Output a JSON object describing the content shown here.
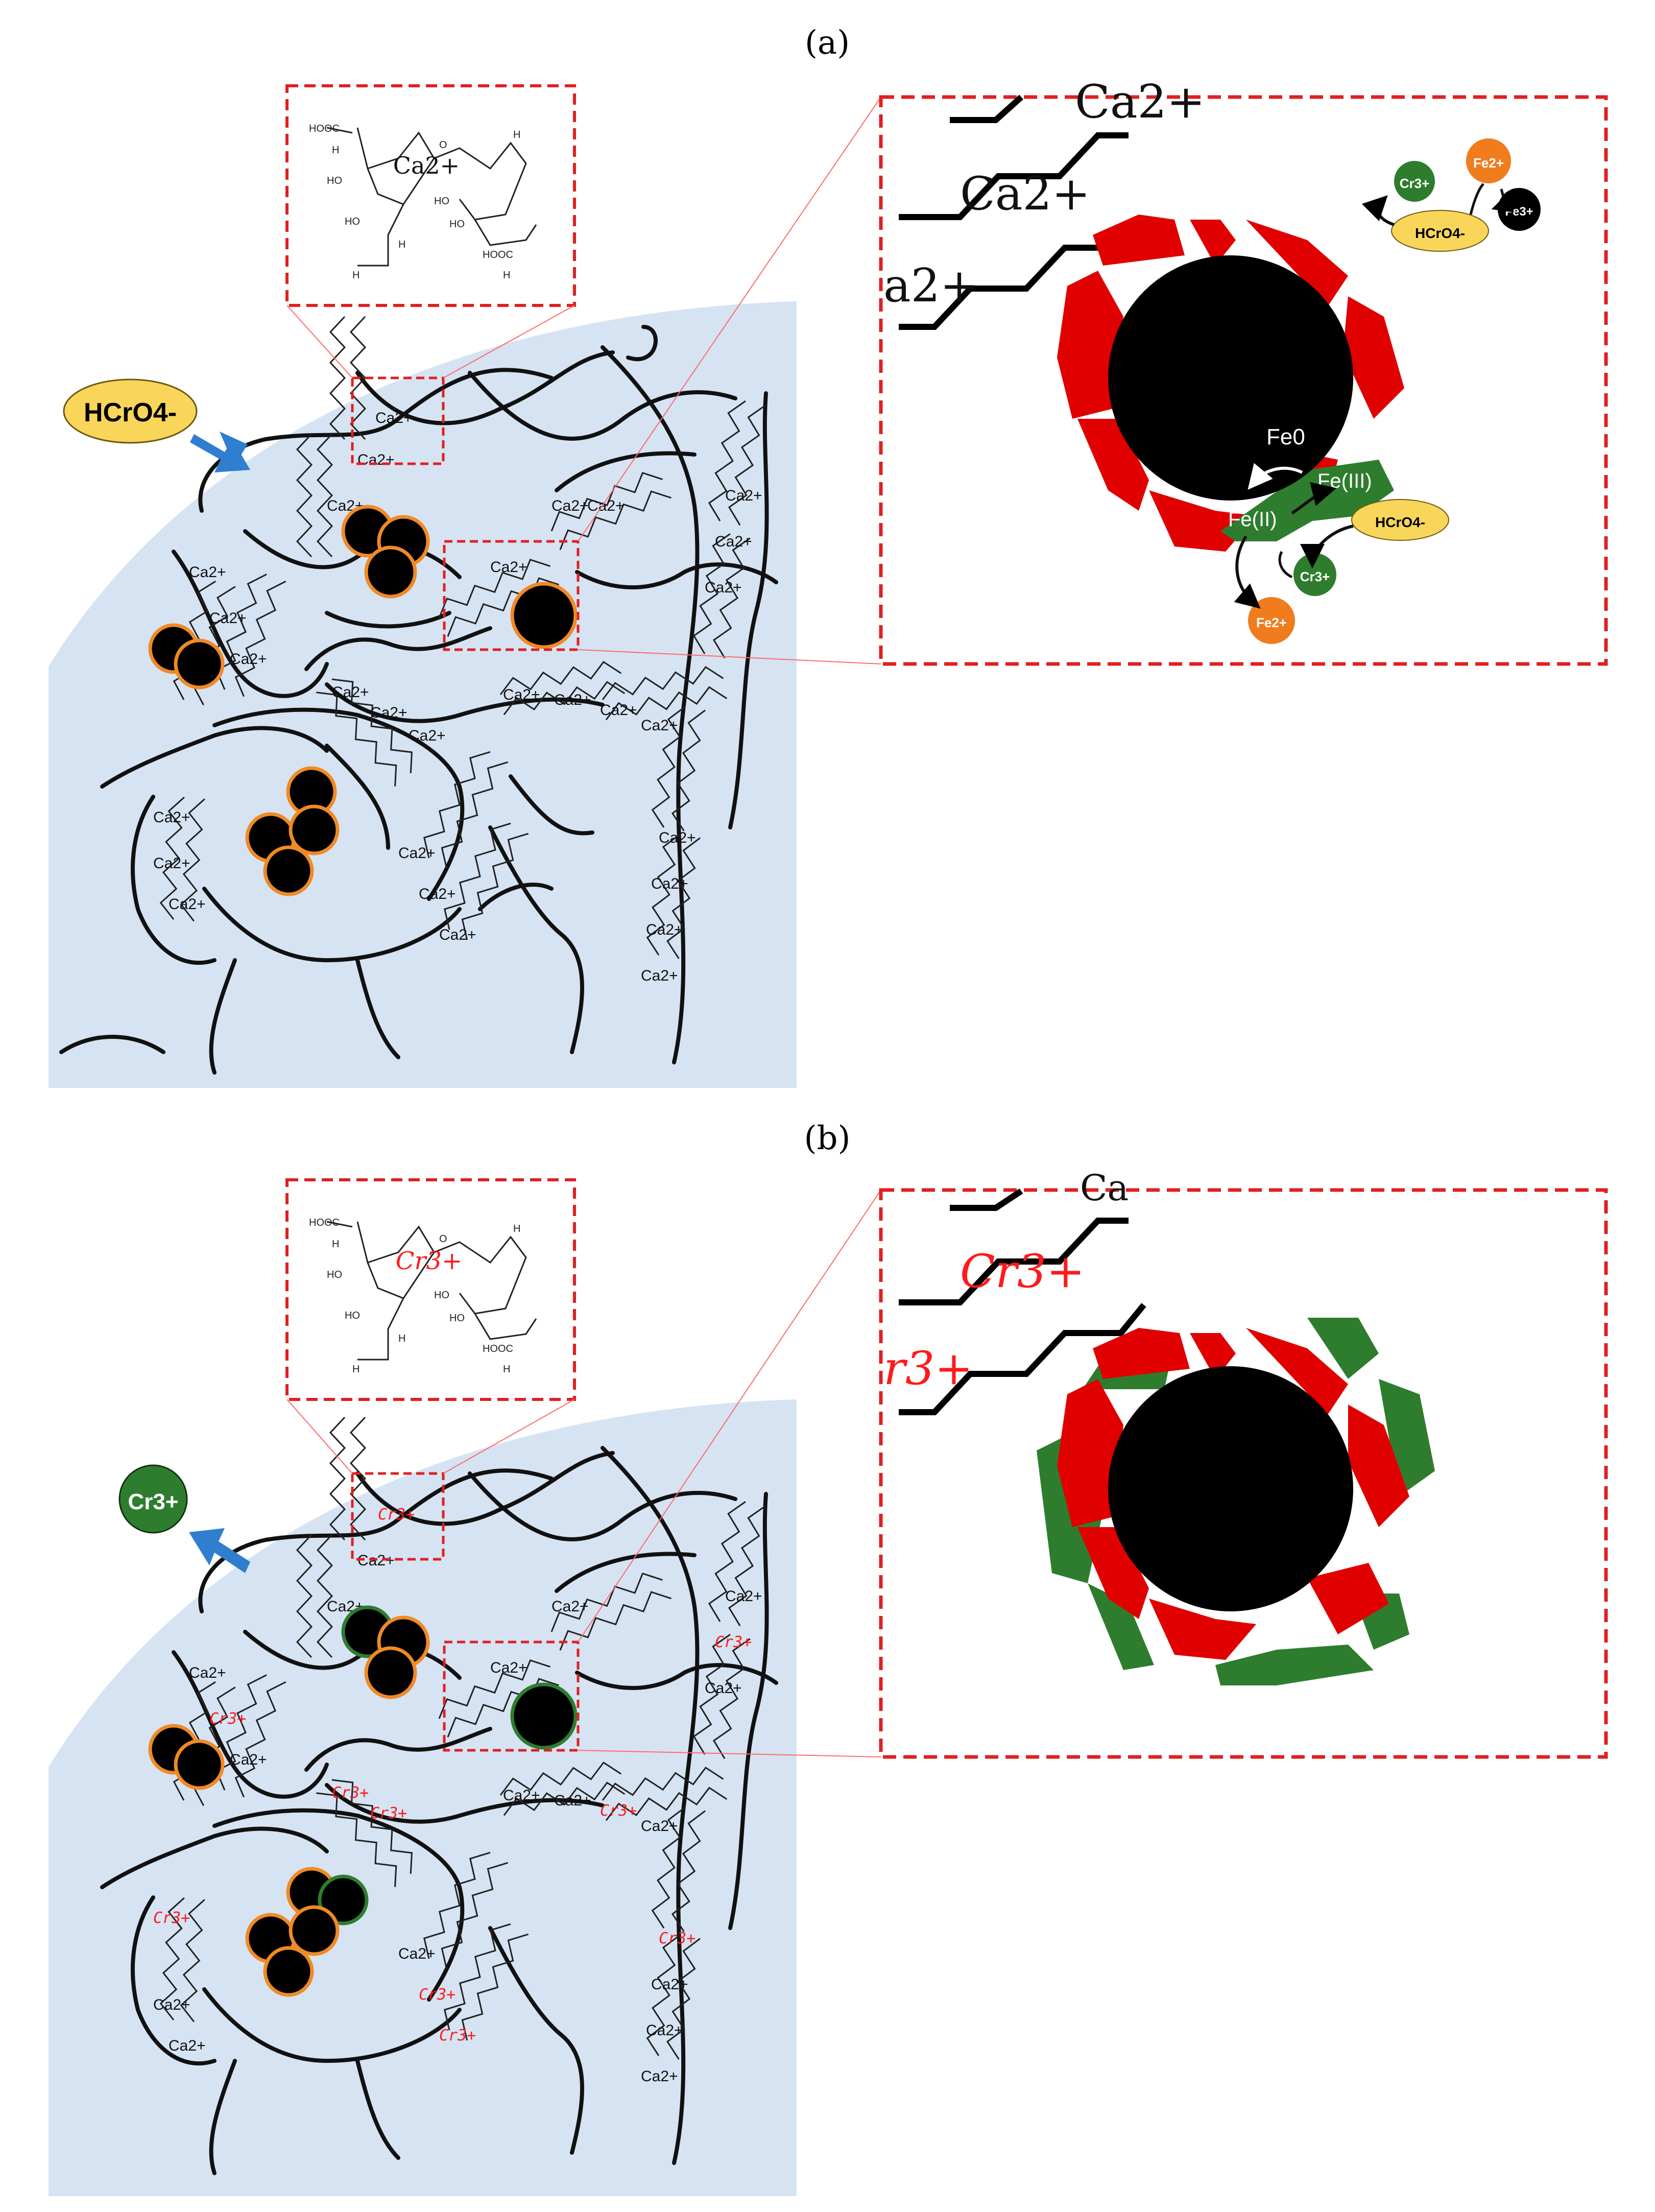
{
  "colors": {
    "hydrogel": "#d6e3f3",
    "red_layer": "#e00000",
    "green_layer": "#2e7d2e",
    "particle_core": "#000000",
    "orange_ring": "#f08a24",
    "green_ring": "#2e7d2e",
    "fe2_orange": "#f07c1e",
    "hcro4_yellow": "#f9d65a",
    "arrow_blue": "#2f7ed0",
    "zoom_box": "#e02020",
    "cr_label": "#ff1a1a"
  },
  "panel_a": {
    "label": "(a)",
    "structure_ion": "Ca2+",
    "input_species": "HCrO4-",
    "fe0": "Fe0",
    "fe_ii": "Fe(II)",
    "fe_iii": "Fe(III)",
    "chain_label": "Ca2+",
    "zoom_chain_top": "Ca2+",
    "zoom_chain_mid": "Ca2+",
    "zoom_chain_low": "a2+",
    "species": {
      "cr3": "Cr3+",
      "fe2": "Fe2+",
      "fe3": "Fe3+",
      "hcro4": "HCrO4-"
    }
  },
  "panel_b": {
    "label": "(b)",
    "structure_ion": "Cr3+",
    "output_species": "Cr3+",
    "chain_label": "Ca2+",
    "chain_label_cr": "Cr3+",
    "zoom_chain_top": "Ca",
    "zoom_chain_mid": "Cr3+",
    "zoom_chain_low": "r3+"
  },
  "structure": {
    "coo_top": "HOOC",
    "coo_bottom": "HOOC",
    "h": "H",
    "ho": "HO",
    "o": "O"
  }
}
